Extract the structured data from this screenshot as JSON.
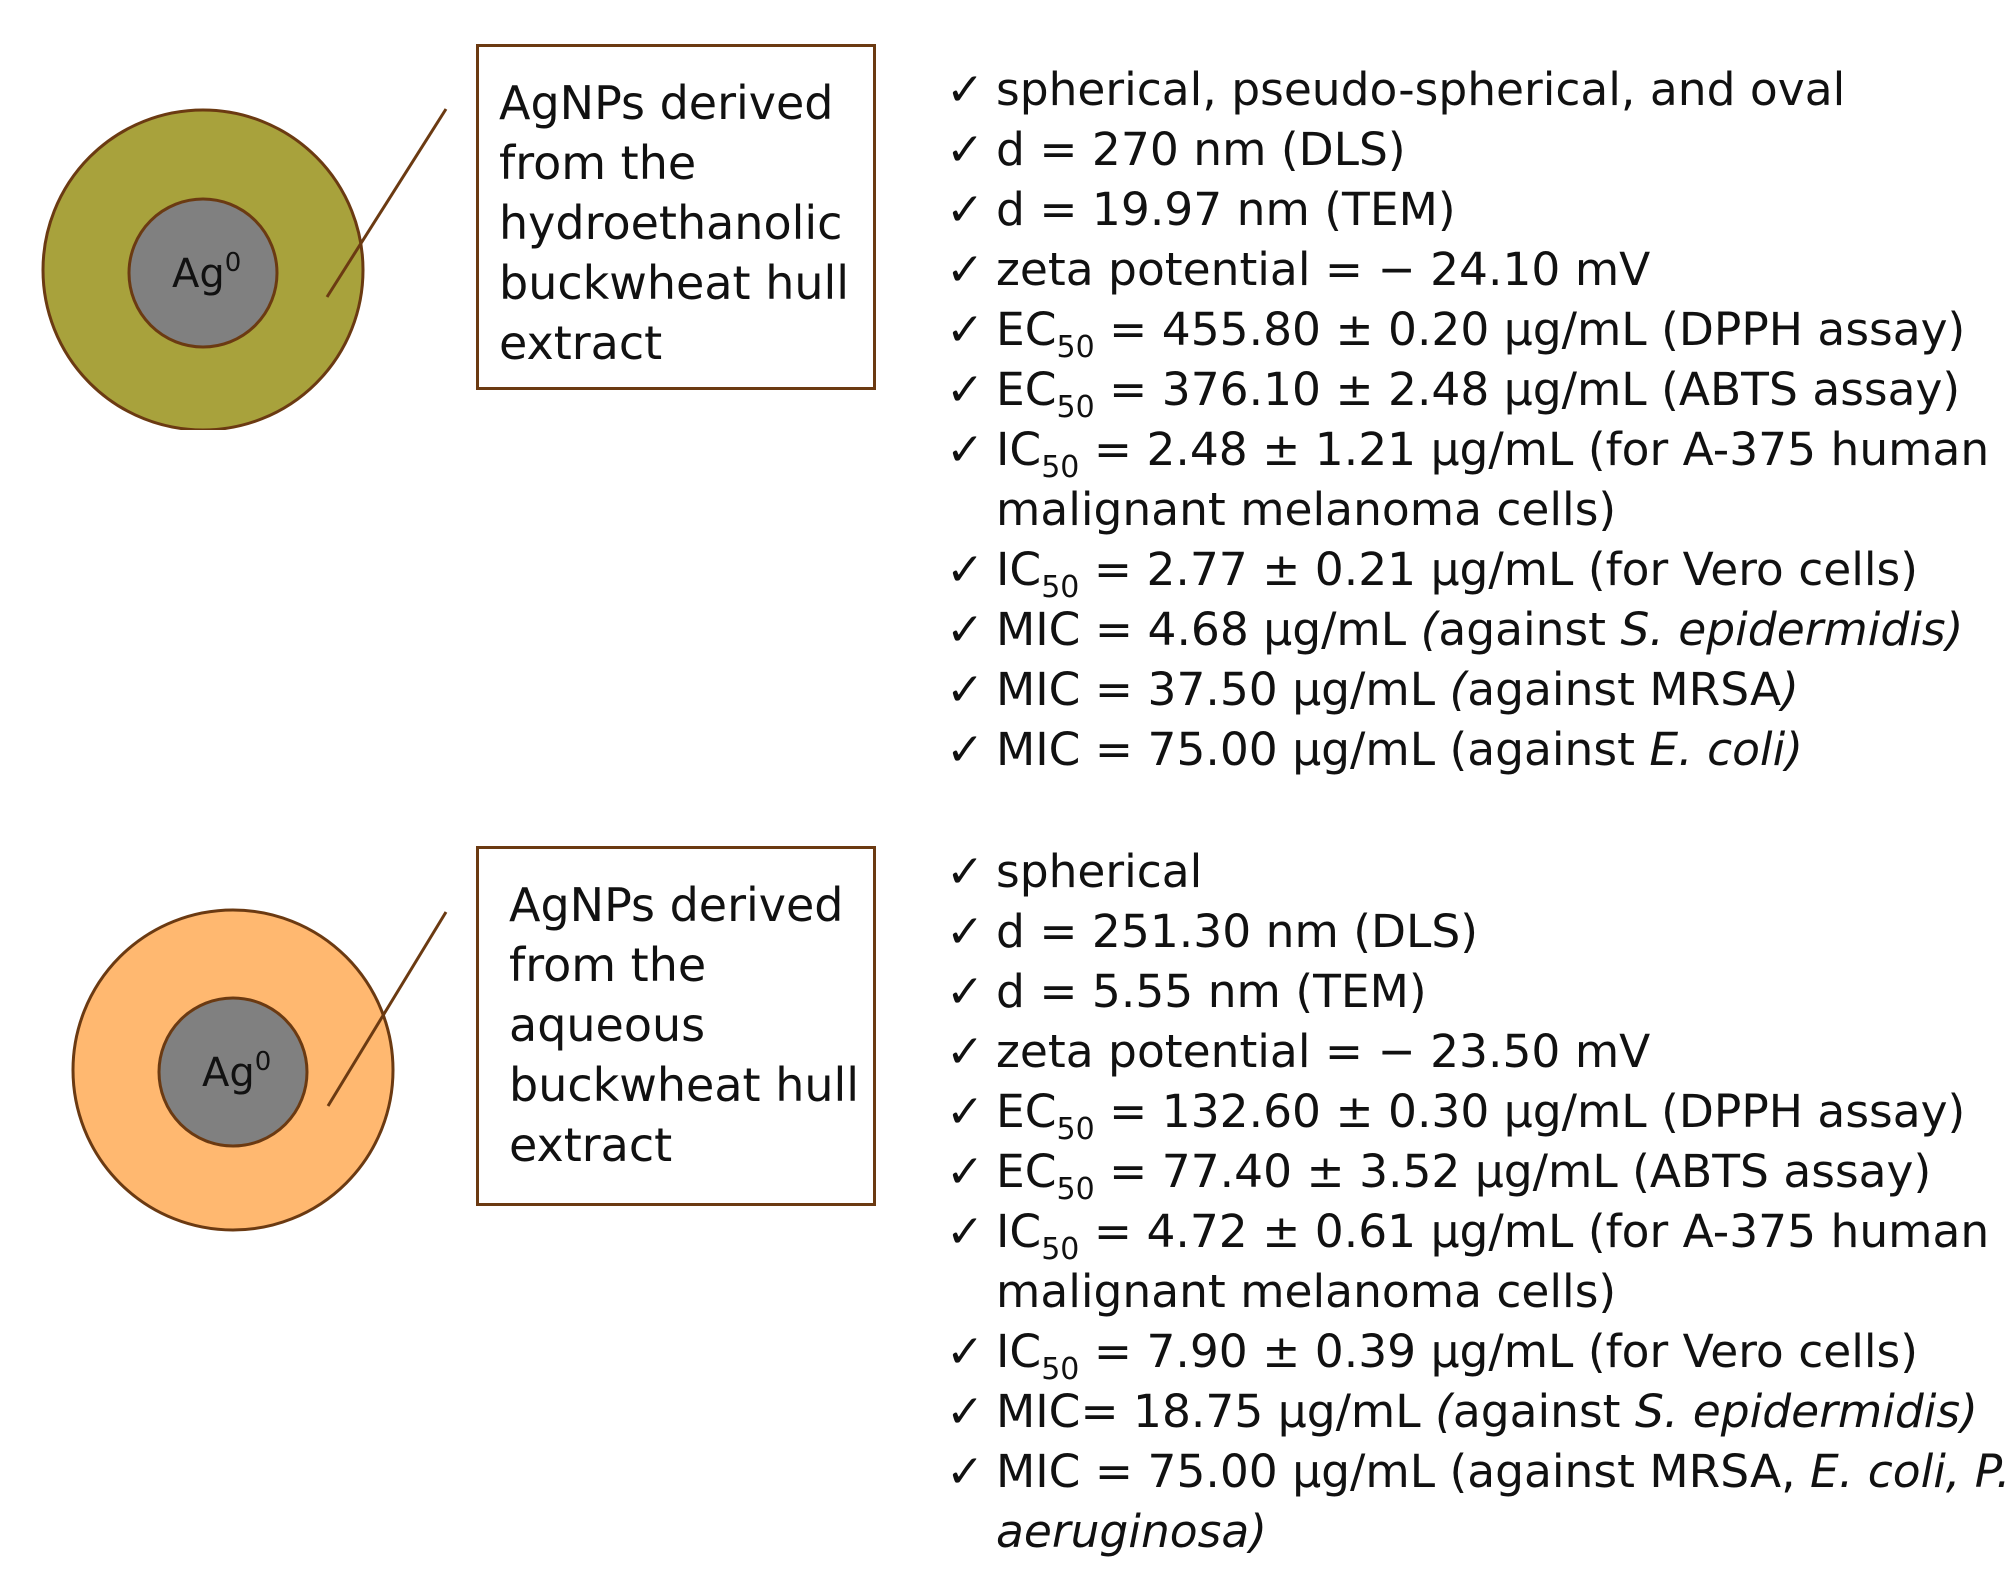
{
  "colors": {
    "outline": "#6b3a12",
    "core_fill": "#808080",
    "shell_hydroethanolic": "#a8a23c",
    "shell_aqueous": "#ffb870"
  },
  "icons": [
    "checkmark-icon"
  ],
  "check_glyph": "✓",
  "particles": [
    {
      "core_label": "Ag",
      "core_sup": "0",
      "box_lines": [
        "AgNPs derived",
        "from the",
        "hydroethanolic",
        "buckwheat hull",
        "extract"
      ],
      "properties": [
        {
          "lines": [
            [
              {
                "t": "spherical, pseudo-spherical, and oval"
              }
            ]
          ]
        },
        {
          "lines": [
            [
              {
                "t": "d = 270 nm (DLS)"
              }
            ]
          ]
        },
        {
          "lines": [
            [
              {
                "t": "d = 19.97 nm (TEM)"
              }
            ]
          ]
        },
        {
          "lines": [
            [
              {
                "t": "zeta potential = − 24.10 mV"
              }
            ]
          ]
        },
        {
          "lines": [
            [
              {
                "t": "EC"
              },
              {
                "t": "50",
                "s": "sub"
              },
              {
                "t": " = 455.80 ± 0.20 µg/mL (DPPH assay)"
              }
            ]
          ]
        },
        {
          "lines": [
            [
              {
                "t": "EC"
              },
              {
                "t": "50",
                "s": "sub"
              },
              {
                "t": " = 376.10 ± 2.48 µg/mL (ABTS assay)"
              }
            ]
          ]
        },
        {
          "lines": [
            [
              {
                "t": "IC"
              },
              {
                "t": "50",
                "s": "sub"
              },
              {
                "t": " = 2.48 ± 1.21 µg/mL (for A-375 human"
              }
            ],
            [
              {
                "t": "malignant melanoma cells)"
              }
            ]
          ]
        },
        {
          "lines": [
            [
              {
                "t": "IC"
              },
              {
                "t": "50",
                "s": "sub"
              },
              {
                "t": " = 2.77 ± 0.21 µg/mL (for Vero cells)"
              }
            ]
          ]
        },
        {
          "lines": [
            [
              {
                "t": "MIC = 4.68 µg/mL "
              },
              {
                "t": "(",
                "s": "it"
              },
              {
                "t": "against "
              },
              {
                "t": "S. epidermidis)",
                "s": "it"
              }
            ]
          ]
        },
        {
          "lines": [
            [
              {
                "t": "MIC = 37.50 µg/mL "
              },
              {
                "t": "(",
                "s": "it"
              },
              {
                "t": "against MRSA"
              },
              {
                "t": ")",
                "s": "it"
              }
            ]
          ]
        },
        {
          "lines": [
            [
              {
                "t": "MIC = 75.00 µg/mL (against "
              },
              {
                "t": "E. coli)",
                "s": "it"
              }
            ]
          ]
        }
      ]
    },
    {
      "core_label": "Ag",
      "core_sup": "0",
      "box_lines": [
        "AgNPs derived",
        "from the",
        "aqueous",
        "buckwheat hull",
        "extract"
      ],
      "properties": [
        {
          "lines": [
            [
              {
                "t": "spherical"
              }
            ]
          ]
        },
        {
          "lines": [
            [
              {
                "t": "d = 251.30 nm (DLS)"
              }
            ]
          ]
        },
        {
          "lines": [
            [
              {
                "t": "d = 5.55 nm (TEM)"
              }
            ]
          ]
        },
        {
          "lines": [
            [
              {
                "t": "zeta potential = − 23.50 mV"
              }
            ]
          ]
        },
        {
          "lines": [
            [
              {
                "t": "EC"
              },
              {
                "t": "50",
                "s": "sub"
              },
              {
                "t": " = 132.60 ± 0.30 µg/mL (DPPH assay)"
              }
            ]
          ]
        },
        {
          "lines": [
            [
              {
                "t": "EC"
              },
              {
                "t": "50",
                "s": "sub"
              },
              {
                "t": " = 77.40 ± 3.52 µg/mL (ABTS assay)"
              }
            ]
          ]
        },
        {
          "lines": [
            [
              {
                "t": "IC"
              },
              {
                "t": "50",
                "s": "sub"
              },
              {
                "t": " = 4.72 ± 0.61 µg/mL (for A-375 human"
              }
            ],
            [
              {
                "t": "malignant melanoma cells)"
              }
            ]
          ]
        },
        {
          "lines": [
            [
              {
                "t": "IC"
              },
              {
                "t": "50",
                "s": "sub"
              },
              {
                "t": " = 7.90 ± 0.39 µg/mL (for Vero cells)"
              }
            ]
          ]
        },
        {
          "lines": [
            [
              {
                "t": "MIC= 18.75 µg/mL "
              },
              {
                "t": "(",
                "s": "it"
              },
              {
                "t": "against "
              },
              {
                "t": "S. epidermidis)",
                "s": "it"
              }
            ]
          ]
        },
        {
          "lines": [
            [
              {
                "t": "MIC = 75.00 µg/mL (against MRSA, "
              },
              {
                "t": "E. coli, P.",
                "s": "it"
              }
            ],
            [
              {
                "t": "aeruginosa)",
                "s": "it"
              }
            ]
          ]
        }
      ]
    }
  ]
}
